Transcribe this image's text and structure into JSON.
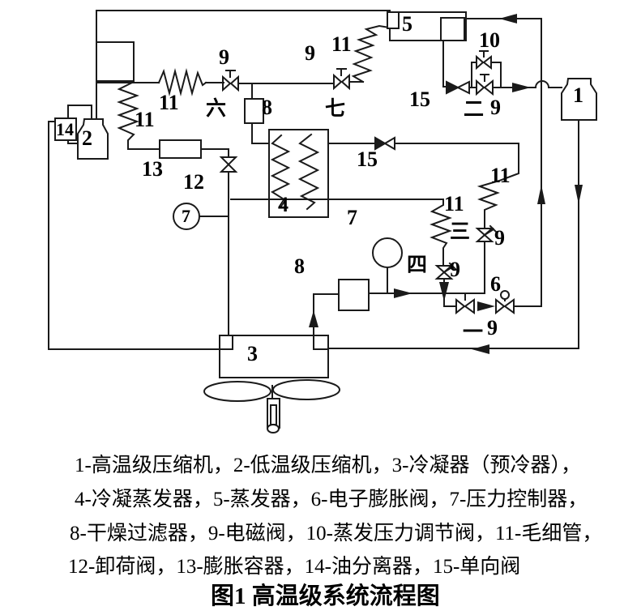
{
  "colors": {
    "background": "#ffffff",
    "line": "#1a1a1a",
    "text": "#000000"
  },
  "diagram": {
    "labels": [
      {
        "id": "valve9-six-number",
        "text": "9"
      },
      {
        "id": "capillary-main-label",
        "text": "11"
      },
      {
        "id": "capillary-left-label",
        "text": "11"
      },
      {
        "id": "solenoid-six-ordinal",
        "text": "六"
      },
      {
        "id": "filter-drier-top-label",
        "text": "8"
      },
      {
        "id": "valve9-seven-number",
        "text": "9"
      },
      {
        "id": "capillary-evaporator-label",
        "text": "11"
      },
      {
        "id": "evaporator-label",
        "text": "5"
      },
      {
        "id": "solenoid-seven-ordinal",
        "text": "七"
      },
      {
        "id": "epr-valve-label",
        "text": "10"
      },
      {
        "id": "check-valve-top-label",
        "text": "15"
      },
      {
        "id": "solenoid-two-ordinal",
        "text": "二"
      },
      {
        "id": "valve9-two-number",
        "text": "9"
      },
      {
        "id": "compressor-ht-label",
        "text": "1"
      },
      {
        "id": "oil-separator-label",
        "text": "14"
      },
      {
        "id": "compressor-lt-label",
        "text": "2"
      },
      {
        "id": "expansion-vessel-label",
        "text": "13"
      },
      {
        "id": "unload-valve-label",
        "text": "12"
      },
      {
        "id": "check-valve-mid-label",
        "text": "15"
      },
      {
        "id": "capillary-three-label",
        "text": "11"
      },
      {
        "id": "capillary-four-label",
        "text": "11"
      },
      {
        "id": "solenoid-three-ordinal",
        "text": "三"
      },
      {
        "id": "valve9-three-number",
        "text": "9"
      },
      {
        "id": "cascade-hx-label",
        "text": "4"
      },
      {
        "id": "pressure-controller-right-label",
        "text": "7"
      },
      {
        "id": "pressure-controller-circle-label",
        "text": "7"
      },
      {
        "id": "solenoid-four-ordinal",
        "text": "四"
      },
      {
        "id": "valve9-four-number",
        "text": "9"
      },
      {
        "id": "filter-drier-bottom-label",
        "text": "8"
      },
      {
        "id": "eev-label",
        "text": "6"
      },
      {
        "id": "solenoid-one-ordinal",
        "text": "一"
      },
      {
        "id": "valve9-one-number",
        "text": "9"
      },
      {
        "id": "condenser-label",
        "text": "3"
      }
    ]
  },
  "legend": {
    "lines": [
      "1-高温级压缩机，2-低温级压缩机，3-冷凝器（预冷器），",
      "4-冷凝蒸发器，5-蒸发器，6-电子膨胀阀，7-压力控制器，",
      "8-干燥过滤器，9-电磁阀，10-蒸发压力调节阀，11-毛细管，",
      "12-卸荷阀，13-膨胀容器，14-油分离器，15-单向阀"
    ]
  },
  "caption": "图1 高温级系统流程图"
}
